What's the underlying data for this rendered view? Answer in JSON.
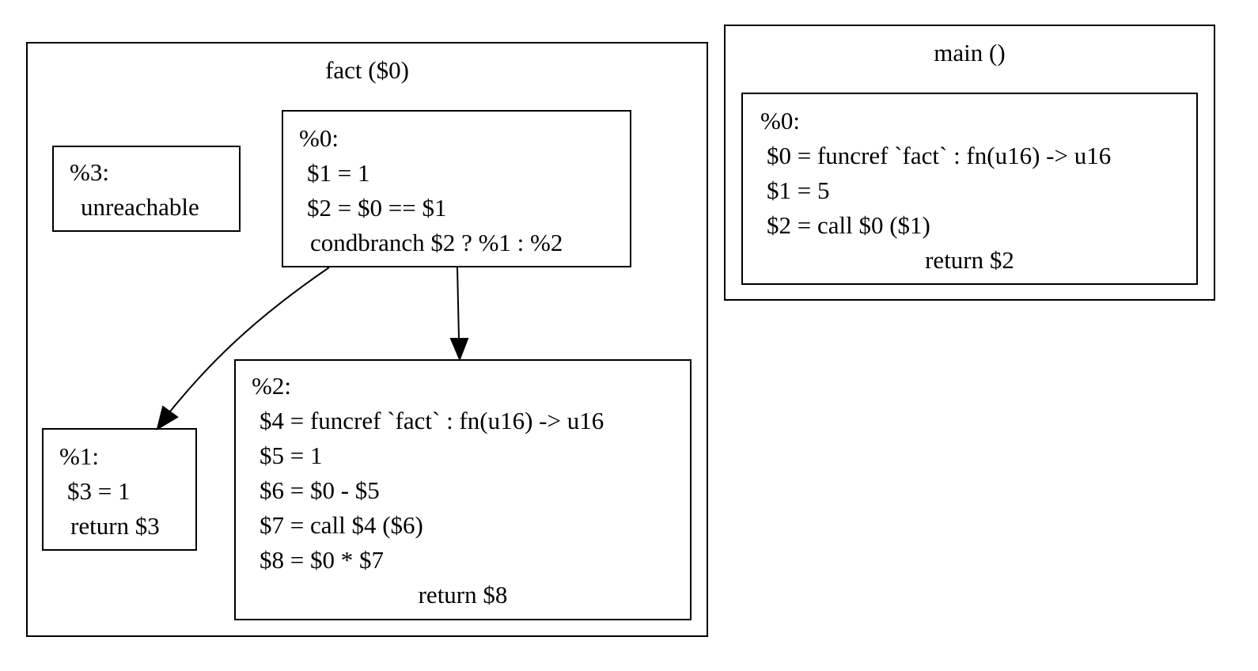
{
  "clusters": {
    "fact": {
      "title": "fact ($0)",
      "blocks": {
        "b0": {
          "label": "%0:",
          "lines": [
            "$1 = 1",
            "$2 = $0 == $1",
            "condbranch $2 ? %1 : %2"
          ]
        },
        "b3": {
          "label": "%3:",
          "lines": [
            "unreachable"
          ]
        },
        "b1": {
          "label": "%1:",
          "lines": [
            "$3 = 1",
            "return $3"
          ]
        },
        "b2": {
          "label": "%2:",
          "lines": [
            "$4 = funcref `fact` : fn(u16) -> u16",
            "$5 = 1",
            "$6 = $0 - $5",
            "$7 = call $4 ($6)",
            "$8 = $0 * $7",
            "return $8"
          ]
        }
      }
    },
    "main": {
      "title": "main ()",
      "blocks": {
        "b0": {
          "label": "%0:",
          "lines": [
            "$0 = funcref `fact` : fn(u16) -> u16",
            "$1 = 5",
            "$2 = call $0 ($1)",
            "return $2"
          ]
        }
      }
    }
  },
  "edges": [
    {
      "from": "%0",
      "to": "%1"
    },
    {
      "from": "%0",
      "to": "%2"
    }
  ]
}
